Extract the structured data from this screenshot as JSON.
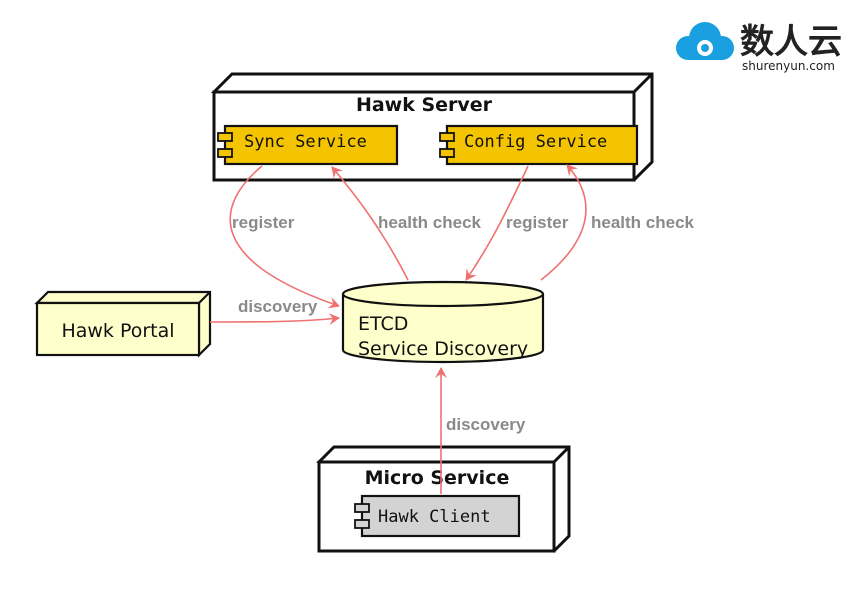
{
  "logo": {
    "name_cn": "数人云",
    "domain": "shurenyun.com",
    "brand_color": "#1aa0e0"
  },
  "nodes": {
    "hawk_server": {
      "title": "Hawk Server",
      "components": [
        {
          "label": "Sync Service"
        },
        {
          "label": "Config Service"
        }
      ]
    },
    "etcd": {
      "line1": "ETCD",
      "line2": "Service Discovery"
    },
    "hawk_portal": {
      "label": "Hawk Portal"
    },
    "micro_service": {
      "title": "Micro Service",
      "components": [
        {
          "label": "Hawk Client"
        }
      ]
    }
  },
  "edges": {
    "sync_register": "register",
    "sync_health": "health check",
    "config_register": "register",
    "config_health": "health check",
    "portal_discovery": "discovery",
    "client_discovery": "discovery"
  },
  "colors": {
    "component_fill": "#f5c400",
    "note_fill": "#ffffcc",
    "client_fill": "#d3d3d3",
    "edge_color": "#f07070",
    "edge_label_color": "#8a8a8a"
  }
}
